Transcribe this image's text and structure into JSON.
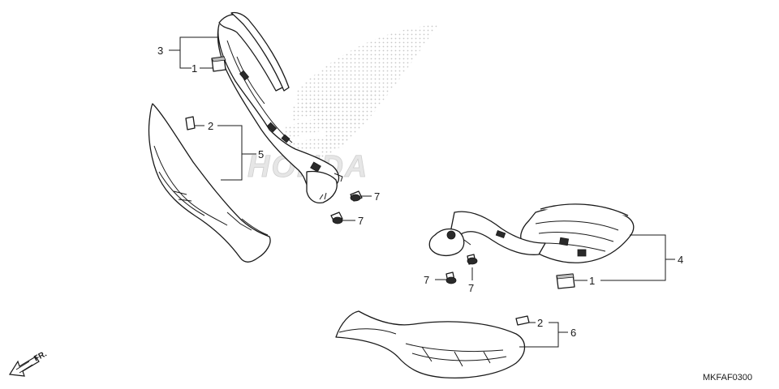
{
  "diagram": {
    "brand_watermark": "HONDA",
    "drawing_code": "MKFAF0300",
    "direction_label": "FR.",
    "callouts": [
      "1",
      "1",
      "2",
      "2",
      "3",
      "4",
      "5",
      "6",
      "7",
      "7",
      "7",
      "7"
    ]
  },
  "colors": {
    "line": "#1a1a1a",
    "watermark": "#d4d4d4"
  },
  "icons": {
    "direction": "forward-arrow-icon",
    "watermark": "honda-wing-logo"
  }
}
